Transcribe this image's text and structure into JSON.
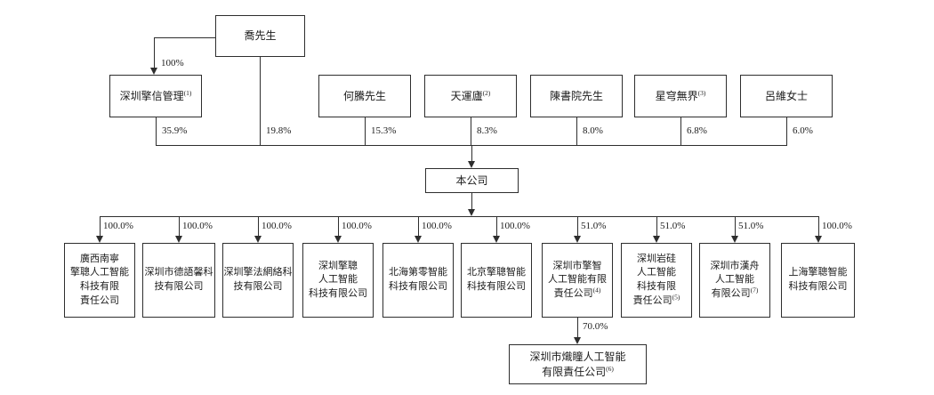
{
  "chart": {
    "top_owner": {
      "name": "喬先生",
      "stake": "19.8%",
      "stake_in_manager": "100%"
    },
    "shareholders": [
      {
        "name": "深圳擎信管理",
        "note": "(1)",
        "stake": "35.9%"
      },
      {
        "name": "何騰先生",
        "stake": "15.3%"
      },
      {
        "name": "天運廬",
        "note": "(2)",
        "stake": "8.3%"
      },
      {
        "name": "陳書院先生",
        "stake": "8.0%"
      },
      {
        "name": "星穹無界",
        "note": "(3)",
        "stake": "6.8%"
      },
      {
        "name": "呂維女士",
        "stake": "6.0%"
      }
    ],
    "company": {
      "name": "本公司"
    },
    "subsidiaries": [
      {
        "name": "廣西南寧\n擎聰人工智能\n科技有限\n責任公司",
        "stake": "100.0%"
      },
      {
        "name": "深圳市德語馨科\n技有限公司",
        "stake": "100.0%"
      },
      {
        "name": "深圳擎法網絡科\n技有限公司",
        "stake": "100.0%"
      },
      {
        "name": "深圳擎聰\n人工智能\n科技有限公司",
        "stake": "100.0%"
      },
      {
        "name": "北海第零智能\n科技有限公司",
        "stake": "100.0%"
      },
      {
        "name": "北京擎聰智能\n科技有限公司",
        "stake": "100.0%"
      },
      {
        "name": "深圳市擎智\n人工智能有限\n責任公司",
        "note": "(4)",
        "stake": "51.0%"
      },
      {
        "name": "深圳岩硅\n人工智能\n科技有限\n責任公司",
        "note": "(5)",
        "stake": "51.0%"
      },
      {
        "name": "深圳市漢舟\n人工智能\n有限公司",
        "note": "(7)",
        "stake": "51.0%"
      },
      {
        "name": "上海擎聰智能\n科技有限公司",
        "stake": "100.0%"
      }
    ],
    "second_tier": {
      "name": "深圳市熾瞳人工智能\n有限責任公司",
      "note": "(6)",
      "stake": "70.0%"
    }
  }
}
